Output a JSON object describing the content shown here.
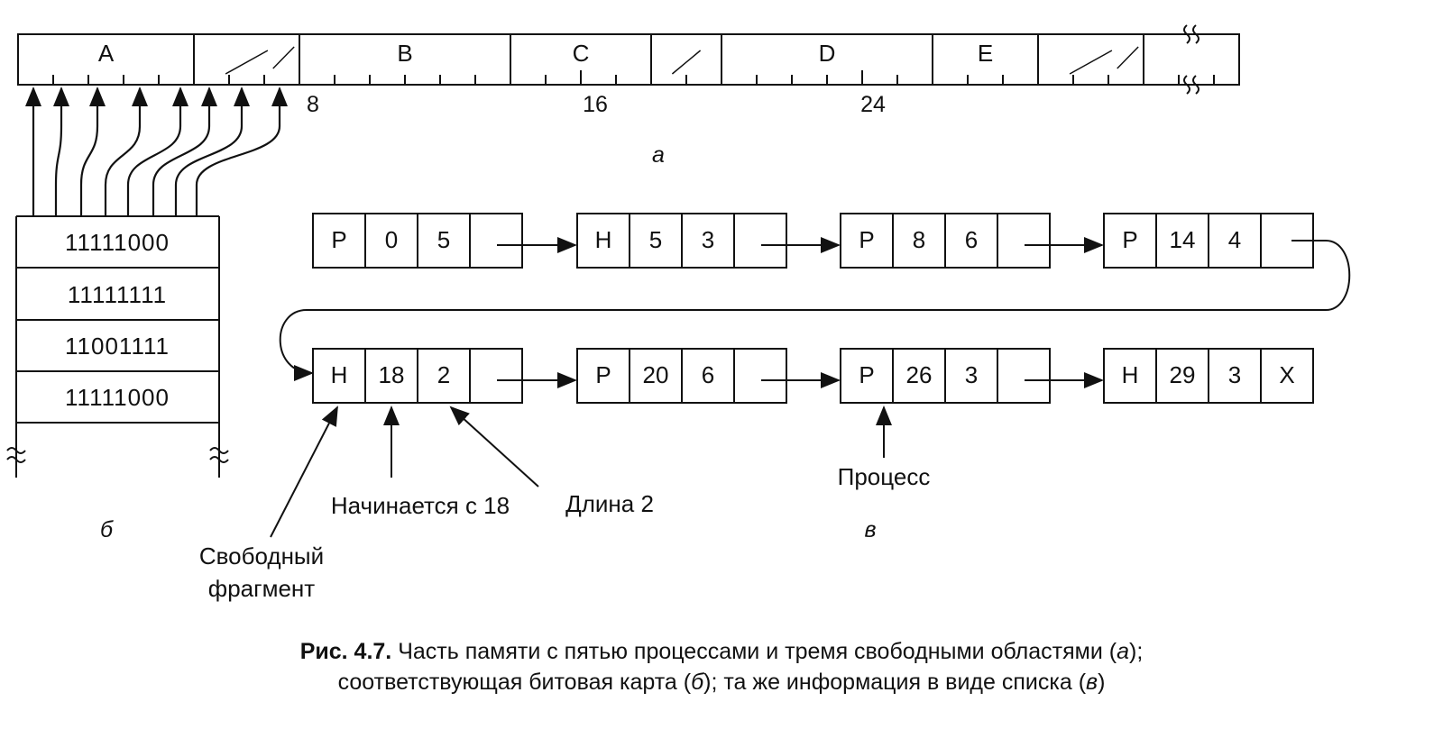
{
  "memory": {
    "segments": [
      {
        "label": "A",
        "units": 5,
        "free": false
      },
      {
        "label": "",
        "units": 3,
        "free": true
      },
      {
        "label": "B",
        "units": 6,
        "free": false
      },
      {
        "label": "C",
        "units": 4,
        "free": false
      },
      {
        "label": "",
        "units": 2,
        "free": true
      },
      {
        "label": "D",
        "units": 6,
        "free": false
      },
      {
        "label": "E",
        "units": 3,
        "free": false
      },
      {
        "label": "",
        "units": 3,
        "free": true
      },
      {
        "label": "",
        "units": 3,
        "free": false
      }
    ],
    "tick_labels": [
      "8",
      "16",
      "24"
    ],
    "sublabel": "а"
  },
  "bitmap": {
    "rows": [
      "11111000",
      "11111111",
      "11001111",
      "11111000"
    ],
    "sublabel": "б"
  },
  "list": {
    "nodes": [
      {
        "type": "P",
        "start": "0",
        "length": "5",
        "ptr": ""
      },
      {
        "type": "H",
        "start": "5",
        "length": "3",
        "ptr": ""
      },
      {
        "type": "P",
        "start": "8",
        "length": "6",
        "ptr": ""
      },
      {
        "type": "P",
        "start": "14",
        "length": "4",
        "ptr": ""
      },
      {
        "type": "H",
        "start": "18",
        "length": "2",
        "ptr": ""
      },
      {
        "type": "P",
        "start": "20",
        "length": "6",
        "ptr": ""
      },
      {
        "type": "P",
        "start": "26",
        "length": "3",
        "ptr": ""
      },
      {
        "type": "H",
        "start": "29",
        "length": "3",
        "ptr": "X"
      }
    ],
    "annotations": {
      "hole_line1": "Свободный",
      "hole_line2": "фрагмент",
      "starts_at": "Начинается с 18",
      "length": "Длина 2",
      "process": "Процесс"
    },
    "sublabel": "в"
  },
  "caption": {
    "bold": "Рис. 4.7.",
    "part1": " Часть памяти с пятью процессами и тремя свободными областями (",
    "i1": "а",
    "part2": ");",
    "part3": "соответствующая битовая карта (",
    "i2": "б",
    "part4": "); та же информация в виде списка (",
    "i3": "в",
    "part5": ")"
  }
}
